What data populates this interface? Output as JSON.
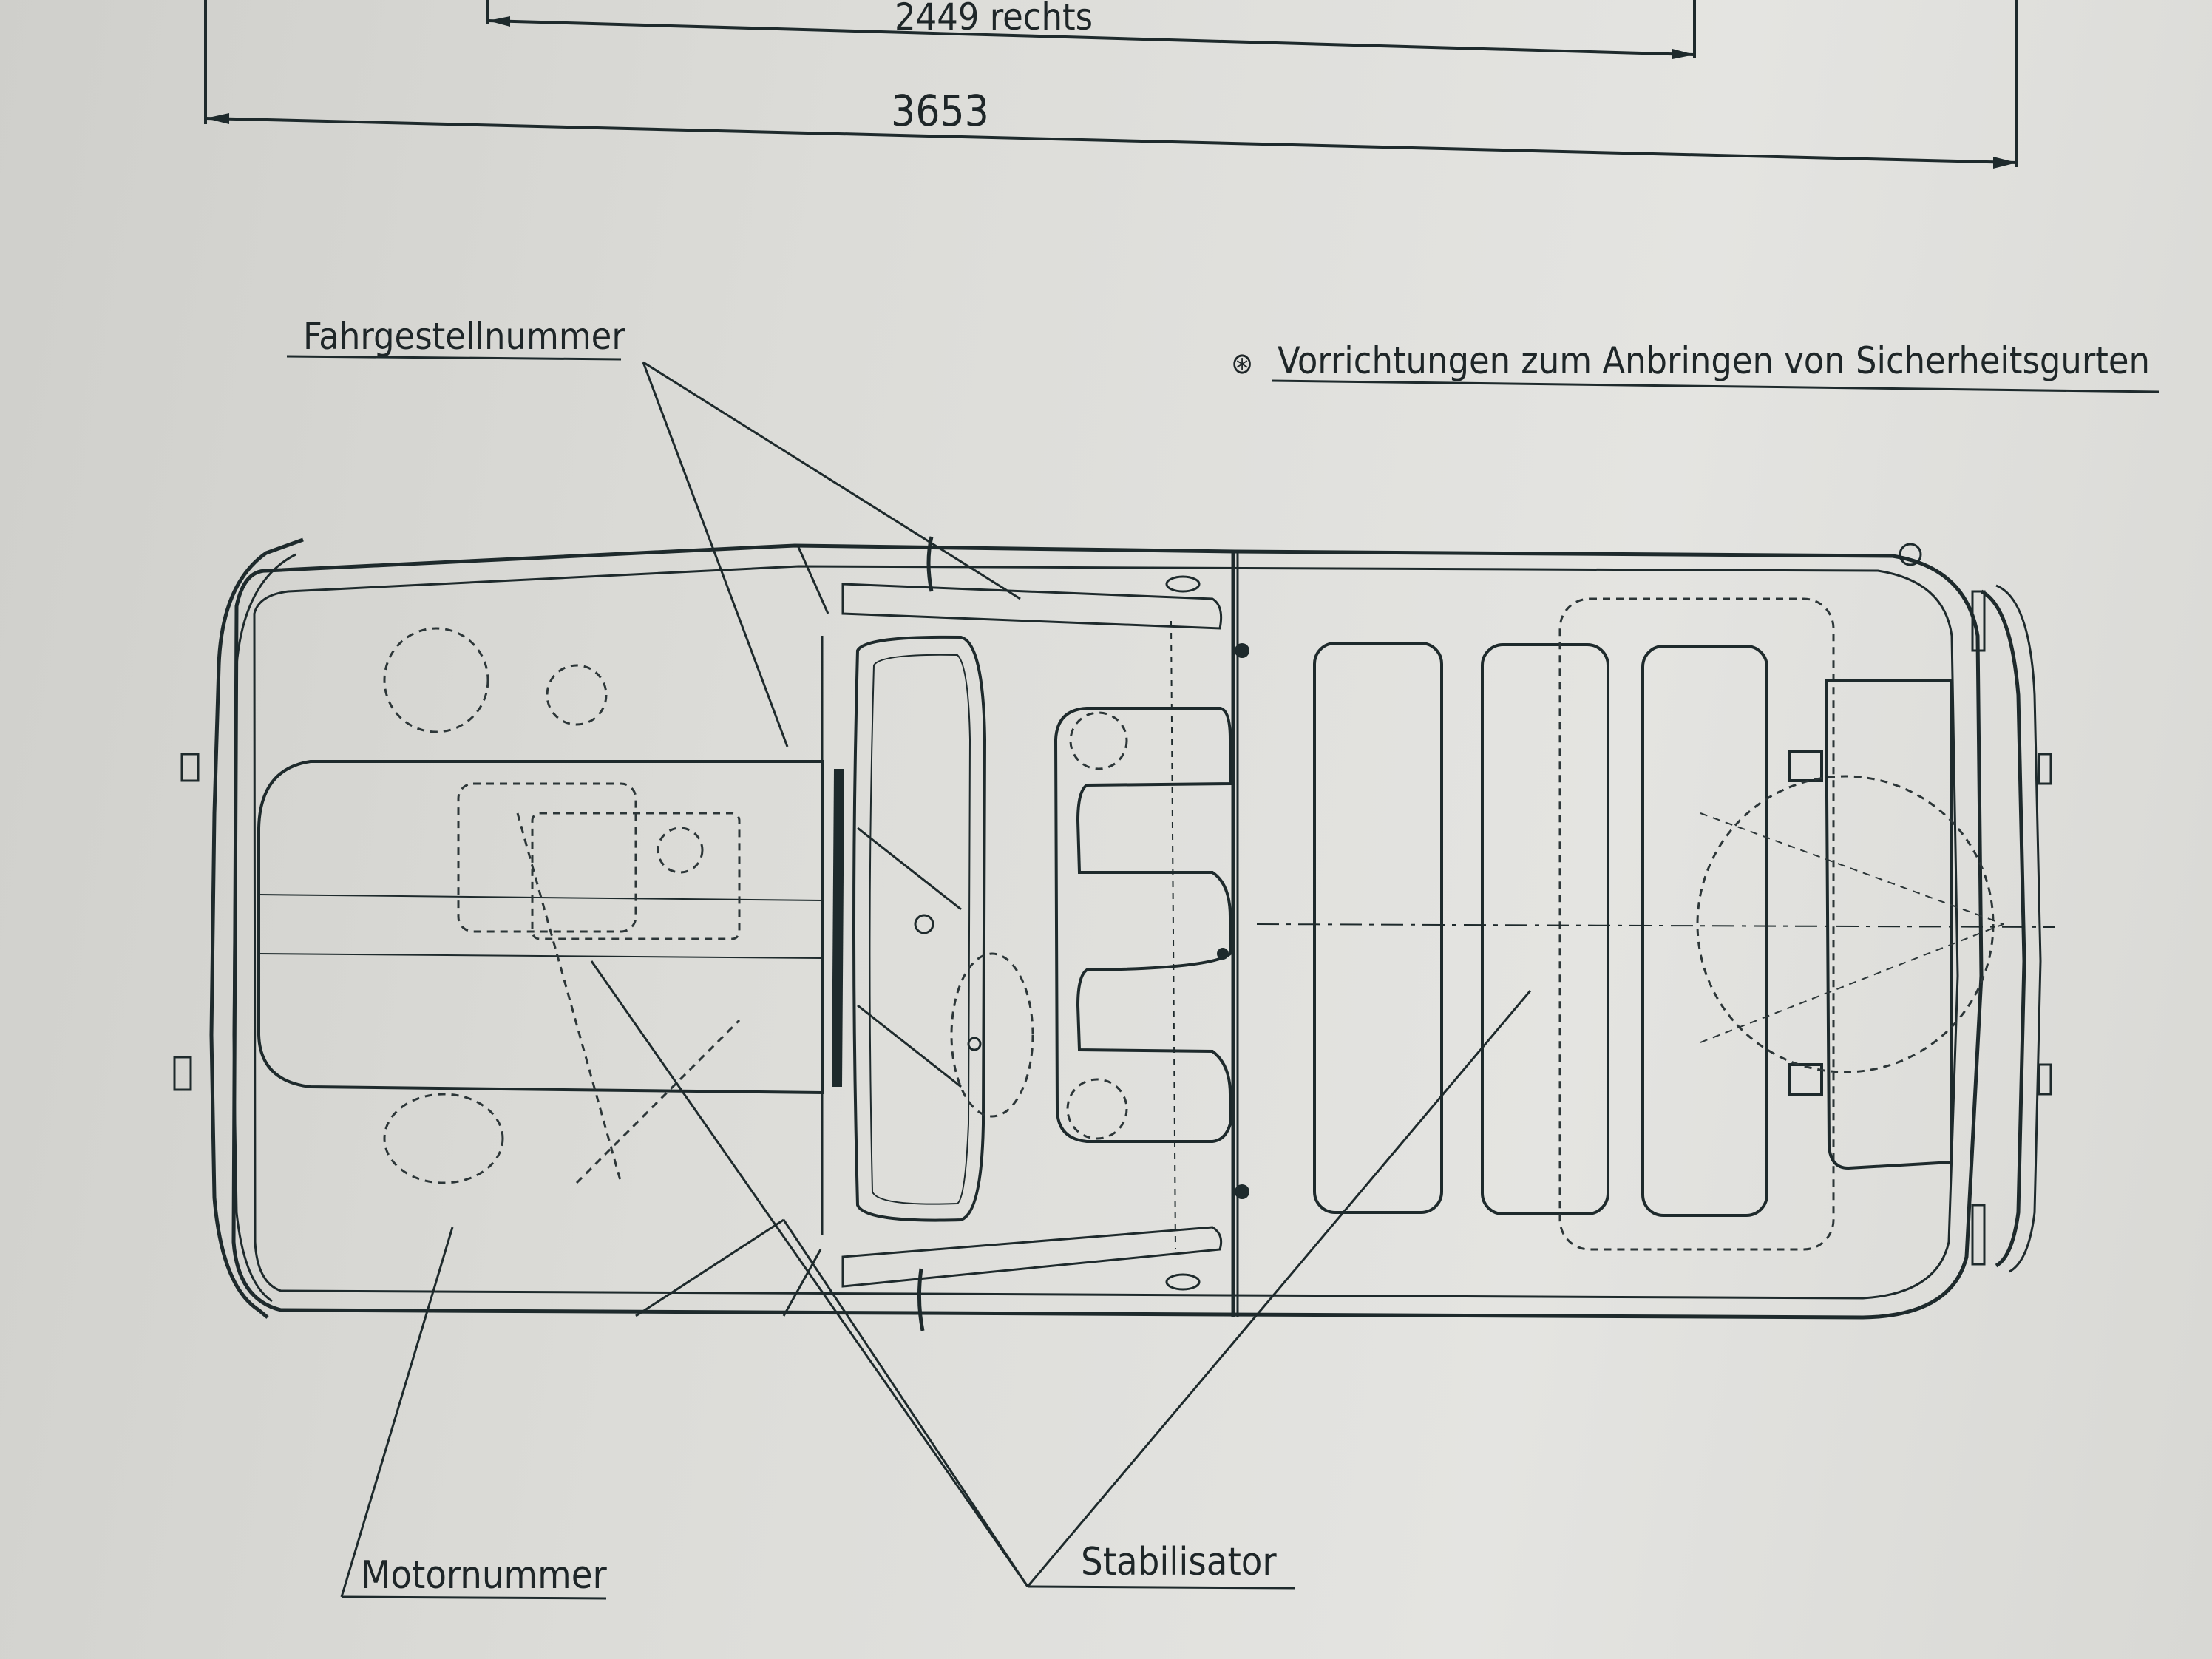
{
  "dimensions": {
    "inner_dim": "2449 rechts",
    "overall_length": "3653"
  },
  "labels": {
    "chassis_number": "Fahrgestellnummer",
    "belt_mounts_symbol": "⊛",
    "belt_mounts": "Vorrichtungen zum Anbringen von Sicherheitsgurten",
    "engine_number": "Motornummer",
    "stabilizer": "Stabilisator"
  },
  "colors": {
    "ink": "#1e2a2c",
    "paper": "#dcdcd8"
  }
}
